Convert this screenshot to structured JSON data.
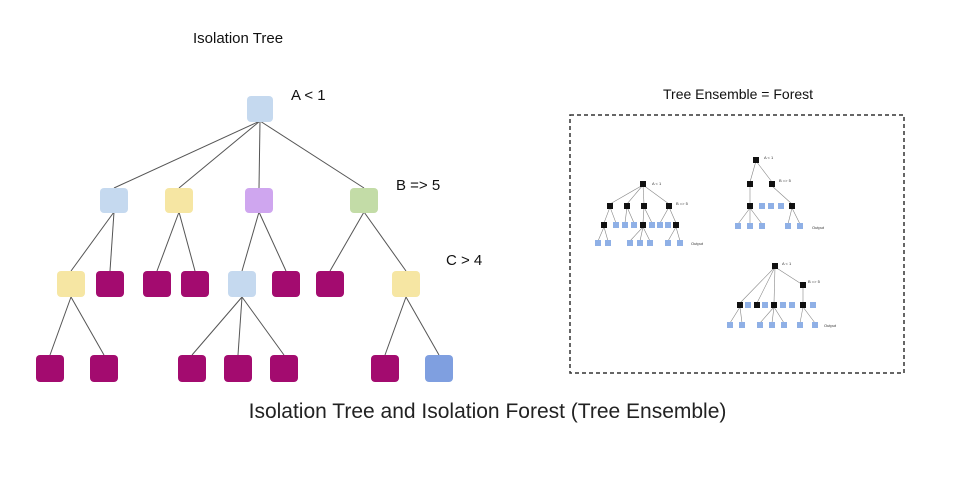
{
  "isolation_tree": {
    "title": "Isolation Tree",
    "split_labels": [
      "A < 1",
      "B => 5",
      "C > 4"
    ],
    "node_colors": {
      "root": "#c5d9ef",
      "split_blue": "#c5d9ef",
      "split_yellow": "#f6e6a3",
      "split_purple": "#cfa6ef",
      "split_green": "#c3dca7",
      "leaf_magenta": "#a30b6f",
      "leaf_anomaly": "#7f9fe0"
    }
  },
  "forest": {
    "title": "Tree Ensemble = Forest",
    "mini_labels": {
      "split_a": "A < 1",
      "split_b": "B => 5",
      "output": "Output"
    },
    "tree_count": 3,
    "colors": {
      "split": "#111111",
      "leaf": "#8fb0e6",
      "border": "#333333"
    }
  },
  "caption": "Isolation Tree and Isolation Forest (Tree Ensemble)"
}
